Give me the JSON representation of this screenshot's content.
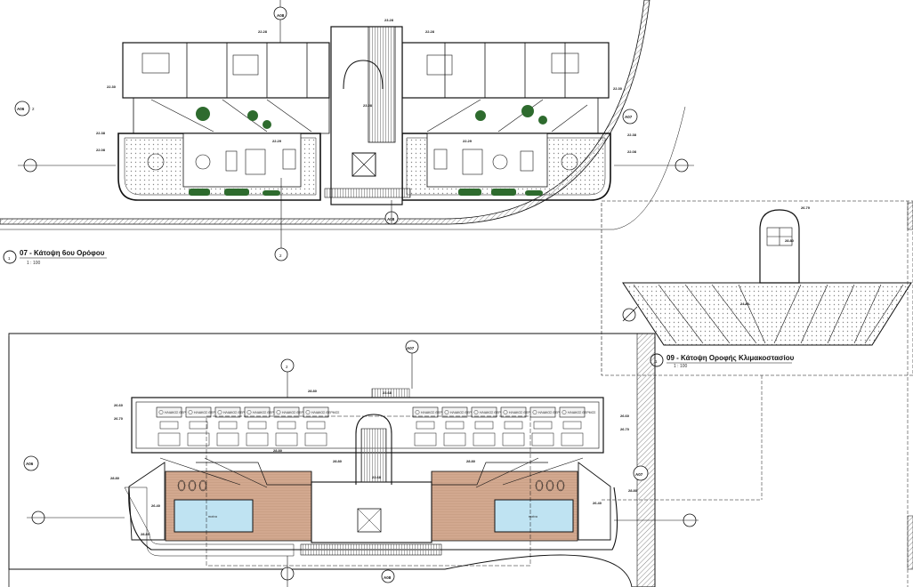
{
  "plans": [
    {
      "number": "1",
      "title": "07 - Κάτοψη 6ου Ορόφου",
      "scale": "1 : 100"
    },
    {
      "number": "1",
      "title": "09 - Κάτοψη Οροφής Κλιμακοστασίου",
      "scale": "1 : 100"
    }
  ],
  "section_tags": {
    "a06": "A06",
    "a07": "A07",
    "a08": "A08",
    "sheet_no": "2"
  },
  "levels": {
    "l1": "22.28",
    "l2": "22.30",
    "l3": "22.38",
    "l4": "22.08",
    "l5": "23.28",
    "l6": "22.29",
    "l7": "26.79",
    "l8": "24.80",
    "l9": "28.80",
    "l10": "26.60",
    "l11": "26.70",
    "l12": "26.40",
    "l13": "23.68"
  },
  "annotations": {
    "pool": "πισίνα",
    "solar": "ΗΛΙΑΚΟΣ ΘΕΡΜΟΣ"
  },
  "colors": {
    "line": "#111111",
    "hatch": "#555555",
    "planter": "#2e6b2e",
    "deck": "#d2a88f",
    "pool": "#bfe3f2"
  }
}
